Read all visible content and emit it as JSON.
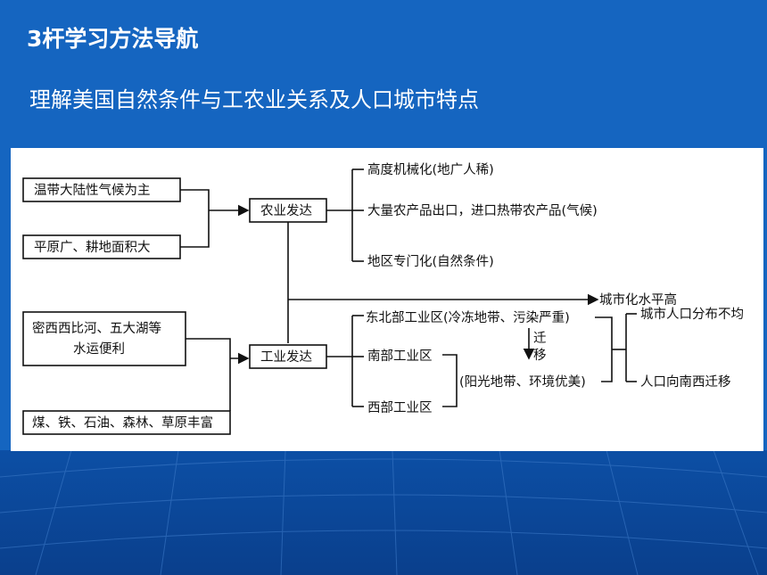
{
  "slide": {
    "title": "3杆学习方法导航",
    "subtitle": "理解美国自然条件与工农业关系及人口城市特点"
  },
  "diagram": {
    "agri_inputs": [
      "温带大陆性气候为主",
      "平原广、耕地面积大"
    ],
    "agri_node": "农业发达",
    "agri_outputs": [
      "高度机械化(地广人稀)",
      "大量农产品出口，进口热带农产品(气候)",
      "地区专门化(自然条件)"
    ],
    "ind_input_1": [
      "密西西比河、五大湖等",
      "水运便利"
    ],
    "ind_input_2": "煤、铁、石油、森林、草原丰富",
    "ind_node": "工业发达",
    "urban_level": "城市化水平高",
    "ind_regions": [
      "东北部工业区(冷冻地带、污染严重)",
      "南部工业区",
      "西部工业区"
    ],
    "migration_label": [
      "迁",
      "移"
    ],
    "sunbelt": "(阳光地带、环境优美)",
    "pop_outputs": [
      "城市人口分布不均",
      "人口向南西迁移"
    ]
  }
}
